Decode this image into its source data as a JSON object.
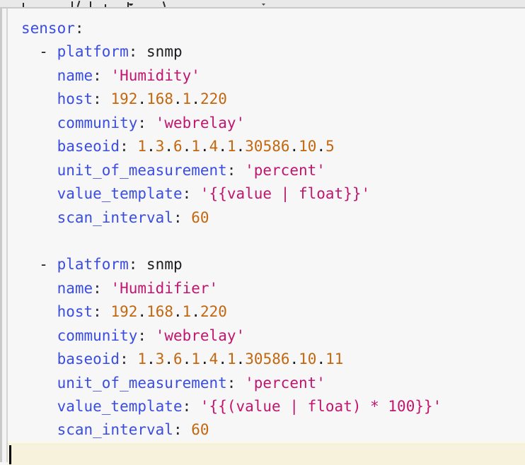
{
  "palette": {
    "editor_background": "#f7f7f8",
    "key_color": "#3a4de2",
    "string_color": "#c1156f",
    "number_color": "#c2670e",
    "plain_color": "#1b1b1d",
    "current_line_highlight": "#f6f2dc",
    "top_bar_background": "#e9e9e9"
  },
  "editor_state": {
    "caret_visible": true
  },
  "code": {
    "full_text": "sensor:\n  - platform: snmp\n    name: 'Humidity'\n    host: 192.168.1.220\n    community: 'webrelay'\n    baseoid: 1.3.6.1.4.1.30586.10.5\n    unit_of_measurement: 'percent'\n    value_template: '{{value | float}}'\n    scan_interval: 60\n\n  - platform: snmp\n    name: 'Humidifier'\n    host: 192.168.1.220\n    community: 'webrelay'\n    baseoid: 1.3.6.1.4.1.30586.10.11\n    unit_of_measurement: 'percent'\n    value_template: '{{(value | float) * 100}}'\n    scan_interval: 60\n",
    "lines": [
      {
        "tokens": [
          {
            "t": "sensor",
            "c": "key"
          },
          {
            "t": ":",
            "c": "punct"
          }
        ]
      },
      {
        "tokens": [
          {
            "t": "  - ",
            "c": "plain"
          },
          {
            "t": "platform",
            "c": "key"
          },
          {
            "t": ":",
            "c": "punct"
          },
          {
            "t": " snmp",
            "c": "plain"
          }
        ]
      },
      {
        "tokens": [
          {
            "t": "    ",
            "c": "plain"
          },
          {
            "t": "name",
            "c": "key"
          },
          {
            "t": ":",
            "c": "punct"
          },
          {
            "t": " ",
            "c": "plain"
          },
          {
            "t": "'Humidity'",
            "c": "str"
          }
        ]
      },
      {
        "tokens": [
          {
            "t": "    ",
            "c": "plain"
          },
          {
            "t": "host",
            "c": "key"
          },
          {
            "t": ":",
            "c": "punct"
          },
          {
            "t": " ",
            "c": "plain"
          },
          {
            "t": "192",
            "c": "num"
          },
          {
            "t": ".",
            "c": "plain"
          },
          {
            "t": "168",
            "c": "num"
          },
          {
            "t": ".",
            "c": "plain"
          },
          {
            "t": "1",
            "c": "num"
          },
          {
            "t": ".",
            "c": "plain"
          },
          {
            "t": "220",
            "c": "num"
          }
        ]
      },
      {
        "tokens": [
          {
            "t": "    ",
            "c": "plain"
          },
          {
            "t": "community",
            "c": "key"
          },
          {
            "t": ":",
            "c": "punct"
          },
          {
            "t": " ",
            "c": "plain"
          },
          {
            "t": "'webrelay'",
            "c": "str"
          }
        ]
      },
      {
        "tokens": [
          {
            "t": "    ",
            "c": "plain"
          },
          {
            "t": "baseoid",
            "c": "key"
          },
          {
            "t": ":",
            "c": "punct"
          },
          {
            "t": " ",
            "c": "plain"
          },
          {
            "t": "1",
            "c": "num"
          },
          {
            "t": ".",
            "c": "plain"
          },
          {
            "t": "3",
            "c": "num"
          },
          {
            "t": ".",
            "c": "plain"
          },
          {
            "t": "6",
            "c": "num"
          },
          {
            "t": ".",
            "c": "plain"
          },
          {
            "t": "1",
            "c": "num"
          },
          {
            "t": ".",
            "c": "plain"
          },
          {
            "t": "4",
            "c": "num"
          },
          {
            "t": ".",
            "c": "plain"
          },
          {
            "t": "1",
            "c": "num"
          },
          {
            "t": ".",
            "c": "plain"
          },
          {
            "t": "30586",
            "c": "num"
          },
          {
            "t": ".",
            "c": "plain"
          },
          {
            "t": "10",
            "c": "num"
          },
          {
            "t": ".",
            "c": "plain"
          },
          {
            "t": "5",
            "c": "num"
          }
        ]
      },
      {
        "tokens": [
          {
            "t": "    ",
            "c": "plain"
          },
          {
            "t": "unit_of_measurement",
            "c": "key"
          },
          {
            "t": ":",
            "c": "punct"
          },
          {
            "t": " ",
            "c": "plain"
          },
          {
            "t": "'percent'",
            "c": "str"
          }
        ]
      },
      {
        "tokens": [
          {
            "t": "    ",
            "c": "plain"
          },
          {
            "t": "value_template",
            "c": "key"
          },
          {
            "t": ":",
            "c": "punct"
          },
          {
            "t": " ",
            "c": "plain"
          },
          {
            "t": "'{{value | float}}'",
            "c": "str"
          }
        ]
      },
      {
        "tokens": [
          {
            "t": "    ",
            "c": "plain"
          },
          {
            "t": "scan_interval",
            "c": "key"
          },
          {
            "t": ":",
            "c": "punct"
          },
          {
            "t": " ",
            "c": "plain"
          },
          {
            "t": "60",
            "c": "num"
          }
        ]
      },
      {
        "tokens": []
      },
      {
        "tokens": [
          {
            "t": "  - ",
            "c": "plain"
          },
          {
            "t": "platform",
            "c": "key"
          },
          {
            "t": ":",
            "c": "punct"
          },
          {
            "t": " snmp",
            "c": "plain"
          }
        ]
      },
      {
        "tokens": [
          {
            "t": "    ",
            "c": "plain"
          },
          {
            "t": "name",
            "c": "key"
          },
          {
            "t": ":",
            "c": "punct"
          },
          {
            "t": " ",
            "c": "plain"
          },
          {
            "t": "'Humidifier'",
            "c": "str"
          }
        ]
      },
      {
        "tokens": [
          {
            "t": "    ",
            "c": "plain"
          },
          {
            "t": "host",
            "c": "key"
          },
          {
            "t": ":",
            "c": "punct"
          },
          {
            "t": " ",
            "c": "plain"
          },
          {
            "t": "192",
            "c": "num"
          },
          {
            "t": ".",
            "c": "plain"
          },
          {
            "t": "168",
            "c": "num"
          },
          {
            "t": ".",
            "c": "plain"
          },
          {
            "t": "1",
            "c": "num"
          },
          {
            "t": ".",
            "c": "plain"
          },
          {
            "t": "220",
            "c": "num"
          }
        ]
      },
      {
        "tokens": [
          {
            "t": "    ",
            "c": "plain"
          },
          {
            "t": "community",
            "c": "key"
          },
          {
            "t": ":",
            "c": "punct"
          },
          {
            "t": " ",
            "c": "plain"
          },
          {
            "t": "'webrelay'",
            "c": "str"
          }
        ]
      },
      {
        "tokens": [
          {
            "t": "    ",
            "c": "plain"
          },
          {
            "t": "baseoid",
            "c": "key"
          },
          {
            "t": ":",
            "c": "punct"
          },
          {
            "t": " ",
            "c": "plain"
          },
          {
            "t": "1",
            "c": "num"
          },
          {
            "t": ".",
            "c": "plain"
          },
          {
            "t": "3",
            "c": "num"
          },
          {
            "t": ".",
            "c": "plain"
          },
          {
            "t": "6",
            "c": "num"
          },
          {
            "t": ".",
            "c": "plain"
          },
          {
            "t": "1",
            "c": "num"
          },
          {
            "t": ".",
            "c": "plain"
          },
          {
            "t": "4",
            "c": "num"
          },
          {
            "t": ".",
            "c": "plain"
          },
          {
            "t": "1",
            "c": "num"
          },
          {
            "t": ".",
            "c": "plain"
          },
          {
            "t": "30586",
            "c": "num"
          },
          {
            "t": ".",
            "c": "plain"
          },
          {
            "t": "10",
            "c": "num"
          },
          {
            "t": ".",
            "c": "plain"
          },
          {
            "t": "11",
            "c": "num"
          }
        ]
      },
      {
        "tokens": [
          {
            "t": "    ",
            "c": "plain"
          },
          {
            "t": "unit_of_measurement",
            "c": "key"
          },
          {
            "t": ":",
            "c": "punct"
          },
          {
            "t": " ",
            "c": "plain"
          },
          {
            "t": "'percent'",
            "c": "str"
          }
        ]
      },
      {
        "tokens": [
          {
            "t": "    ",
            "c": "plain"
          },
          {
            "t": "value_template",
            "c": "key"
          },
          {
            "t": ":",
            "c": "punct"
          },
          {
            "t": " ",
            "c": "plain"
          },
          {
            "t": "'{{(value | float) * 100}}'",
            "c": "str"
          }
        ]
      },
      {
        "tokens": [
          {
            "t": "    ",
            "c": "plain"
          },
          {
            "t": "scan_interval",
            "c": "key"
          },
          {
            "t": ":",
            "c": "punct"
          },
          {
            "t": " ",
            "c": "plain"
          },
          {
            "t": "60",
            "c": "num"
          }
        ]
      }
    ]
  }
}
